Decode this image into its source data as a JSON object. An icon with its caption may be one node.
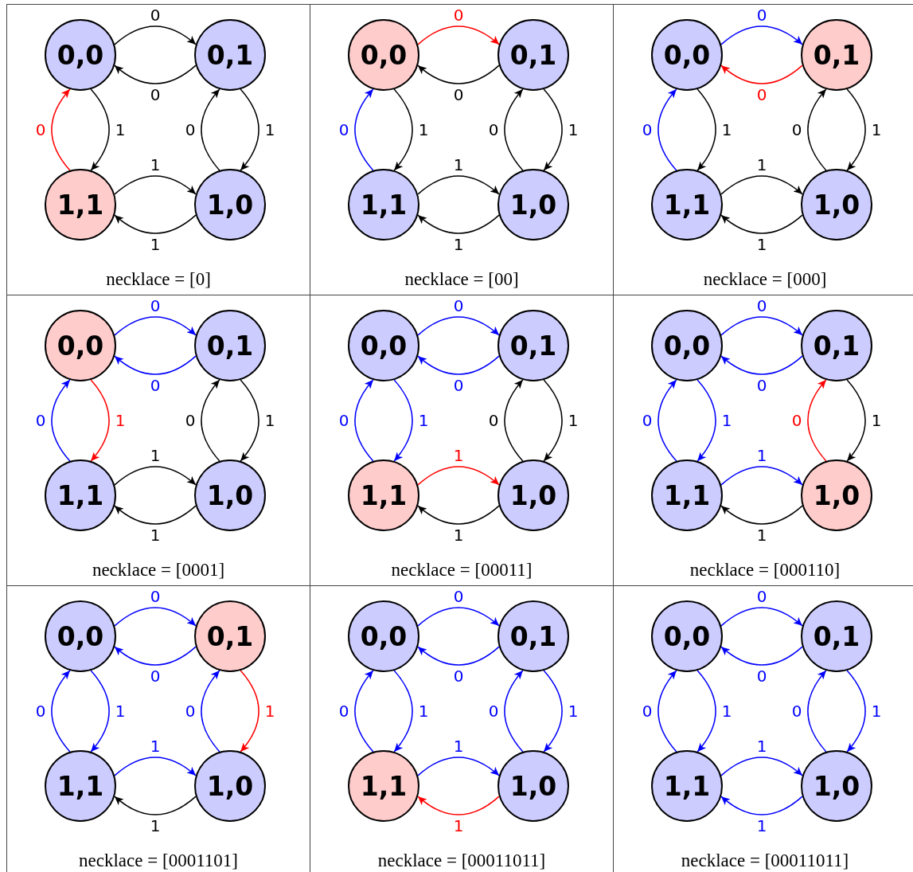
{
  "diagram": {
    "nodes": [
      {
        "text": [
          "necklace = [0]"
        ]
      },
      {
        "text": [
          "0,0"
        ],
        "in": 0
      },
      {
        "text": [
          "0,1"
        ],
        "in": 0
      },
      {
        "text": [
          "1,1"
        ],
        "in": 0
      },
      {
        "text": [
          "1,0"
        ],
        "in": 0
      },
      {
        "text": [
          "necklace = [00]"
        ]
      },
      {
        "text": [
          "0,0"
        ],
        "in": 5
      },
      {
        "text": [
          "0,1"
        ],
        "in": 5
      },
      {
        "text": [
          "1,1"
        ],
        "in": 5
      },
      {
        "text": [
          "1,0"
        ],
        "in": 5
      },
      {
        "text": [
          "necklace = [000]"
        ]
      },
      {
        "text": [
          "0,0"
        ],
        "in": 10
      },
      {
        "text": [
          "0,1"
        ],
        "in": 10
      },
      {
        "text": [
          "1,1"
        ],
        "in": 10
      },
      {
        "text": [
          "1,0"
        ],
        "in": 10
      },
      {
        "text": [
          "necklace = [0001]"
        ]
      },
      {
        "text": [
          "0,0"
        ],
        "in": 15
      },
      {
        "text": [
          "0,1"
        ],
        "in": 15
      },
      {
        "text": [
          "1,1"
        ],
        "in": 15
      },
      {
        "text": [
          "1,0"
        ],
        "in": 15
      },
      {
        "text": [
          "necklace = [00011]"
        ]
      },
      {
        "text": [
          "0,0"
        ],
        "in": 20
      },
      {
        "text": [
          "0,1"
        ],
        "in": 20
      },
      {
        "text": [
          "1,1"
        ],
        "in": 20
      },
      {
        "text": [
          "1,0"
        ],
        "in": 20
      },
      {
        "text": [
          "necklace = [000110]"
        ]
      },
      {
        "text": [
          "0,0"
        ],
        "in": 25
      },
      {
        "text": [
          "0,1"
        ],
        "in": 25
      },
      {
        "text": [
          "1,1"
        ],
        "in": 25
      },
      {
        "text": [
          "1,0"
        ],
        "in": 25
      },
      {
        "text": [
          "necklace = [0001101]"
        ]
      },
      {
        "text": [
          "0,0"
        ],
        "in": 30
      },
      {
        "text": [
          "0,1"
        ],
        "in": 30
      },
      {
        "text": [
          "1,1"
        ],
        "in": 30
      },
      {
        "text": [
          "1,0"
        ],
        "in": 30
      },
      {
        "text": [
          "necklace = [00011011]"
        ]
      },
      {
        "text": [
          "0,0"
        ],
        "in": 35
      },
      {
        "text": [
          "0,1"
        ],
        "in": 35
      },
      {
        "text": [
          "1,1"
        ],
        "in": 35
      },
      {
        "text": [
          "1,0"
        ],
        "in": 35
      },
      {
        "text": [
          "necklace = [00011011]"
        ]
      },
      {
        "text": [
          "0,0"
        ],
        "in": 40
      },
      {
        "text": [
          "0,1"
        ],
        "in": 40
      },
      {
        "text": [
          "1,1"
        ],
        "in": 40
      },
      {
        "text": [
          "1,0"
        ],
        "in": 40
      }
    ],
    "edges": [
      {
        "from": 1,
        "to": 2,
        "arrow": "to",
        "label": "0",
        "color": "#000000"
      },
      {
        "from": 2,
        "to": 1,
        "arrow": "to",
        "label": "0",
        "color": "#000000"
      },
      {
        "from": 1,
        "to": 3,
        "arrow": "to",
        "label": "1",
        "color": "#000000"
      },
      {
        "from": 3,
        "to": 1,
        "arrow": "to",
        "label": "0",
        "color": "#ff0000"
      },
      {
        "from": 3,
        "to": 4,
        "arrow": "to",
        "label": "1",
        "color": "#000000"
      },
      {
        "from": 4,
        "to": 3,
        "arrow": "to",
        "label": "1",
        "color": "#000000"
      },
      {
        "from": 4,
        "to": 2,
        "arrow": "to",
        "label": "0",
        "color": "#000000"
      },
      {
        "from": 2,
        "to": 4,
        "arrow": "to",
        "label": "1",
        "color": "#000000"
      },
      {
        "from": 6,
        "to": 7,
        "arrow": "to",
        "label": "0",
        "color": "#ff0000"
      },
      {
        "from": 7,
        "to": 6,
        "arrow": "to",
        "label": "0",
        "color": "#000000"
      },
      {
        "from": 6,
        "to": 8,
        "arrow": "to",
        "label": "1",
        "color": "#000000"
      },
      {
        "from": 8,
        "to": 6,
        "arrow": "to",
        "label": "0"
      },
      {
        "from": 8,
        "to": 9,
        "arrow": "to",
        "label": "1",
        "color": "#000000"
      },
      {
        "from": 9,
        "to": 8,
        "arrow": "to",
        "label": "1",
        "color": "#000000"
      },
      {
        "from": 9,
        "to": 7,
        "arrow": "to",
        "label": "0",
        "color": "#000000"
      },
      {
        "from": 7,
        "to": 9,
        "arrow": "to",
        "label": "1",
        "color": "#000000"
      },
      {
        "from": 11,
        "to": 12,
        "arrow": "to",
        "label": "0"
      },
      {
        "from": 12,
        "to": 11,
        "arrow": "to",
        "label": "0",
        "color": "#ff0000"
      },
      {
        "from": 11,
        "to": 13,
        "arrow": "to",
        "label": "1",
        "color": "#000000"
      },
      {
        "from": 13,
        "to": 11,
        "arrow": "to",
        "label": "0"
      },
      {
        "from": 13,
        "to": 14,
        "arrow": "to",
        "label": "1",
        "color": "#000000"
      },
      {
        "from": 14,
        "to": 13,
        "arrow": "to",
        "label": "1",
        "color": "#000000"
      },
      {
        "from": 14,
        "to": 12,
        "arrow": "to",
        "label": "0",
        "color": "#000000"
      },
      {
        "from": 12,
        "to": 14,
        "arrow": "to",
        "label": "1",
        "color": "#000000"
      },
      {
        "from": 16,
        "to": 17,
        "arrow": "to",
        "label": "0"
      },
      {
        "from": 17,
        "to": 16,
        "arrow": "to",
        "label": "0"
      },
      {
        "from": 16,
        "to": 18,
        "arrow": "to",
        "label": "1",
        "color": "#ff0000"
      },
      {
        "from": 18,
        "to": 16,
        "arrow": "to",
        "label": "0"
      },
      {
        "from": 18,
        "to": 19,
        "arrow": "to",
        "label": "1",
        "color": "#000000"
      },
      {
        "from": 19,
        "to": 18,
        "arrow": "to",
        "label": "1",
        "color": "#000000"
      },
      {
        "from": 19,
        "to": 17,
        "arrow": "to",
        "label": "0",
        "color": "#000000"
      },
      {
        "from": 17,
        "to": 19,
        "arrow": "to",
        "label": "1",
        "color": "#000000"
      },
      {
        "from": 21,
        "to": 22,
        "arrow": "to",
        "label": "0"
      },
      {
        "from": 22,
        "to": 21,
        "arrow": "to",
        "label": "0"
      },
      {
        "from": 21,
        "to": 23,
        "arrow": "to",
        "label": "1"
      },
      {
        "from": 23,
        "to": 21,
        "arrow": "to",
        "label": "0"
      },
      {
        "from": 23,
        "to": 24,
        "arrow": "to",
        "label": "1",
        "color": "#ff0000"
      },
      {
        "from": 24,
        "to": 23,
        "arrow": "to",
        "label": "1",
        "color": "#000000"
      },
      {
        "from": 24,
        "to": 22,
        "arrow": "to",
        "label": "0",
        "color": "#000000"
      },
      {
        "from": 22,
        "to": 24,
        "arrow": "to",
        "label": "1",
        "color": "#000000"
      },
      {
        "from": 26,
        "to": 27,
        "arrow": "to",
        "label": "0"
      },
      {
        "from": 27,
        "to": 26,
        "arrow": "to",
        "label": "0"
      },
      {
        "from": 26,
        "to": 28,
        "arrow": "to",
        "label": "1"
      },
      {
        "from": 28,
        "to": 26,
        "arrow": "to",
        "label": "0"
      },
      {
        "from": 28,
        "to": 29,
        "arrow": "to",
        "label": "1"
      },
      {
        "from": 29,
        "to": 28,
        "arrow": "to",
        "label": "1",
        "color": "#000000"
      },
      {
        "from": 29,
        "to": 27,
        "arrow": "to",
        "label": "0",
        "color": "#ff0000"
      },
      {
        "from": 27,
        "to": 29,
        "arrow": "to",
        "label": "1",
        "color": "#000000"
      },
      {
        "from": 31,
        "to": 32,
        "arrow": "to",
        "label": "0"
      },
      {
        "from": 32,
        "to": 31,
        "arrow": "to",
        "label": "0"
      },
      {
        "from": 31,
        "to": 33,
        "arrow": "to",
        "label": "1"
      },
      {
        "from": 33,
        "to": 31,
        "arrow": "to",
        "label": "0"
      },
      {
        "from": 33,
        "to": 34,
        "arrow": "to",
        "label": "1"
      },
      {
        "from": 34,
        "to": 33,
        "arrow": "to",
        "label": "1",
        "color": "#000000"
      },
      {
        "from": 34,
        "to": 32,
        "arrow": "to",
        "label": "0"
      },
      {
        "from": 32,
        "to": 34,
        "arrow": "to",
        "label": "1",
        "color": "#ff0000"
      },
      {
        "from": 36,
        "to": 37,
        "arrow": "to",
        "label": "0"
      },
      {
        "from": 37,
        "to": 36,
        "arrow": "to",
        "label": "0"
      },
      {
        "from": 36,
        "to": 38,
        "arrow": "to",
        "label": "1"
      },
      {
        "from": 38,
        "to": 36,
        "arrow": "to",
        "label": "0"
      },
      {
        "from": 38,
        "to": 39,
        "arrow": "to",
        "label": "1"
      },
      {
        "from": 39,
        "to": 38,
        "arrow": "to",
        "label": "1",
        "color": "#ff0000"
      },
      {
        "from": 39,
        "to": 37,
        "arrow": "to",
        "label": "0"
      },
      {
        "from": 37,
        "to": 39,
        "arrow": "to",
        "label": "1"
      },
      {
        "from": 41,
        "to": 42,
        "arrow": "to",
        "label": "0"
      },
      {
        "from": 42,
        "to": 41,
        "arrow": "to",
        "label": "0"
      },
      {
        "from": 41,
        "to": 43,
        "arrow": "to",
        "label": "1"
      },
      {
        "from": 43,
        "to": 41,
        "arrow": "to",
        "label": "0"
      },
      {
        "from": 43,
        "to": 44,
        "arrow": "to",
        "label": "1"
      },
      {
        "from": 44,
        "to": 43,
        "arrow": "to",
        "label": "1"
      },
      {
        "from": 44,
        "to": 42,
        "arrow": "to",
        "label": "0"
      },
      {
        "from": 42,
        "to": 44,
        "arrow": "to",
        "label": "1"
      }
    ]
  }
}
